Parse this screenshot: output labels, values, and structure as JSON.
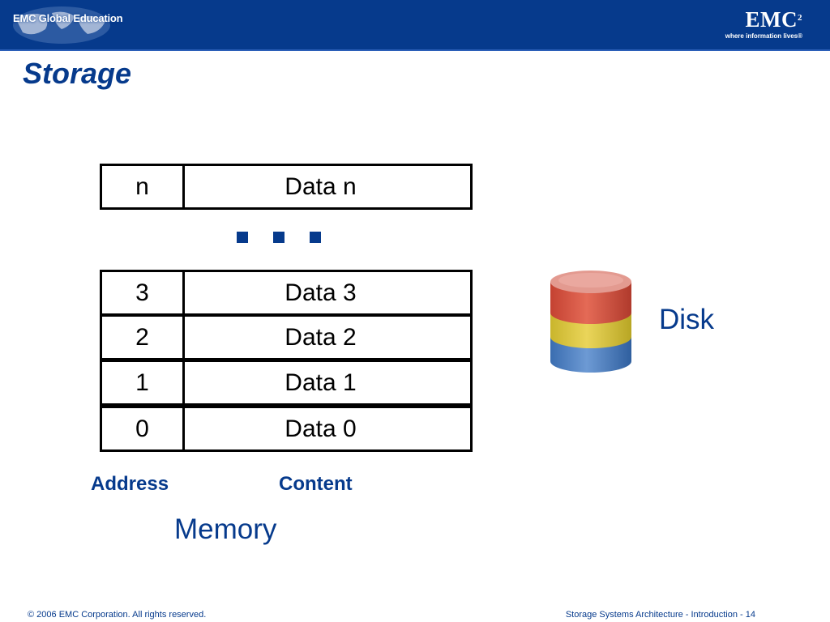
{
  "header": {
    "edu_logo_text": "EMC Global Education",
    "brand": "EMC",
    "brand_superscript": "2",
    "tagline": "where information lives®",
    "colors": {
      "band": "#063a8c",
      "accent": "#063a8c"
    }
  },
  "title": "Storage",
  "memory": {
    "rows": [
      {
        "address": "n",
        "content": "Data n"
      },
      {
        "address": "3",
        "content": "Data 3"
      },
      {
        "address": "2",
        "content": "Data 2"
      },
      {
        "address": "1",
        "content": "Data 1"
      },
      {
        "address": "0",
        "content": "Data 0"
      }
    ],
    "address_label": "Address",
    "content_label": "Content",
    "caption": "Memory"
  },
  "disk": {
    "label": "Disk",
    "layer_colors": [
      "#d84e3c",
      "#dcc83c",
      "#4a7fc0"
    ]
  },
  "footer": {
    "copyright": "© 2006 EMC Corporation. All rights reserved.",
    "slide_info": "Storage Systems Architecture - Introduction  - 14"
  }
}
